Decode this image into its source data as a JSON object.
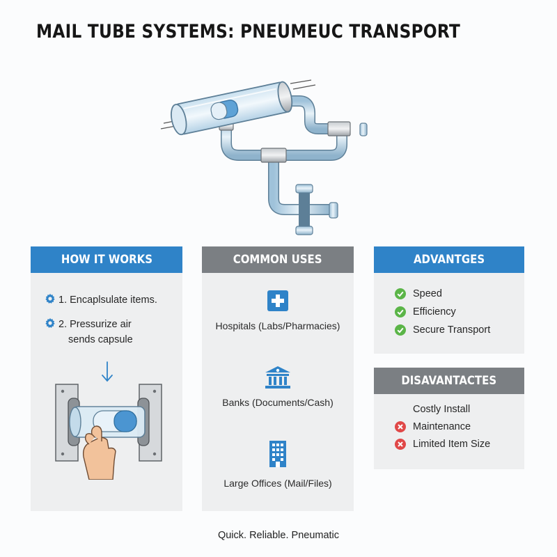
{
  "title": "MAIL TUBE SYSTEMS: PNEUMEUC TRANSPORT",
  "how_it_works": {
    "header": "HOW IT WORKS",
    "step1": "1. Encaplsulate items.",
    "step2_line1": "2. Pressurize air",
    "step2_line2": "sends capsule"
  },
  "common_uses": {
    "header": "COMMON USES",
    "items": [
      {
        "label": "Hospitals (Labs/Pharmacies)",
        "icon": "medical-cross-icon"
      },
      {
        "label": "Banks (Documents/Cash)",
        "icon": "bank-icon"
      },
      {
        "label": "Large Offices (Mail/Files)",
        "icon": "office-building-icon"
      }
    ]
  },
  "advantages": {
    "header": "ADVANTGES",
    "items": [
      "Speed",
      "Efficiency",
      "Secure Transport"
    ]
  },
  "disadvantages": {
    "header": "DISAVANTACTES",
    "items": [
      "Costly Install",
      "Maintenance",
      "Limited Item Size"
    ]
  },
  "footer": "Quick. Reliable. Pneumatic",
  "colors": {
    "blue_header": "#2f83c8",
    "gray_header": "#7b7f83",
    "check_green": "#5bb548",
    "x_red": "#e04848"
  }
}
